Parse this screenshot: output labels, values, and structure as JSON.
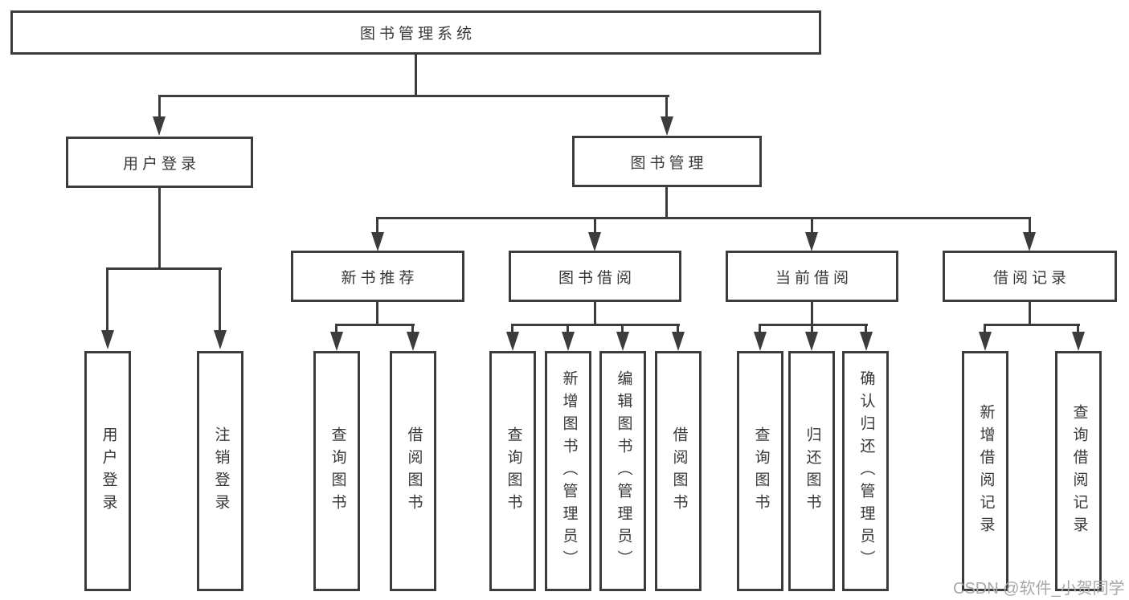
{
  "nodes": {
    "root": {
      "label": "图书管理系统"
    },
    "user_login": {
      "label": "用户登录"
    },
    "book_mgmt": {
      "label": "图书管理"
    },
    "l3": [
      {
        "label": "新书推荐"
      },
      {
        "label": "图书借阅"
      },
      {
        "label": "当前借阅"
      },
      {
        "label": "借阅记录"
      }
    ],
    "user_login_leaves": [
      {
        "label": "用户登录"
      },
      {
        "label": "注销登录"
      }
    ],
    "new_book_leaves": [
      {
        "label": "查询图书"
      },
      {
        "label": "借阅图书"
      }
    ],
    "book_borrow_leaves": [
      {
        "label": "查询图书"
      },
      {
        "label": "新增图书（管理员）"
      },
      {
        "label": "编辑图书（管理员）"
      },
      {
        "label": "借阅图书"
      }
    ],
    "current_borrow_leaves": [
      {
        "label": "查询图书"
      },
      {
        "label": "归还图书"
      },
      {
        "label": "确认归还（管理员）"
      }
    ],
    "record_leaves": [
      {
        "label": "新增借阅记录"
      },
      {
        "label": "查询借阅记录"
      }
    ]
  },
  "watermark": {
    "text": "CSDN @软件_小贺同学"
  },
  "colors": {
    "line": "#3c3c3c",
    "text": "#383838",
    "background": "#ffffff",
    "watermark": "#a8a8a8"
  }
}
